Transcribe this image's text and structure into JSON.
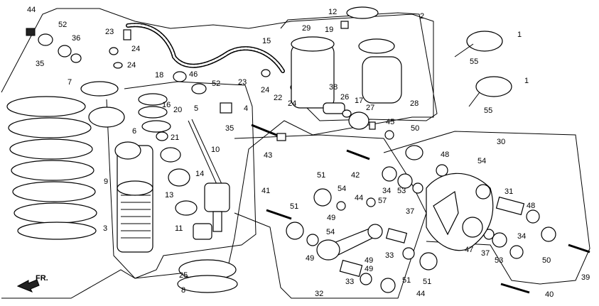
{
  "diagram": {
    "callouts": [
      "44",
      "35",
      "52",
      "36",
      "23",
      "24",
      "24",
      "7",
      "18",
      "46",
      "52",
      "23",
      "15",
      "29",
      "12",
      "2",
      "19",
      "1",
      "55",
      "1",
      "55",
      "38",
      "26",
      "17",
      "27",
      "28",
      "45",
      "16",
      "20",
      "5",
      "21",
      "6",
      "4",
      "24",
      "22",
      "24",
      "35",
      "9",
      "10",
      "14",
      "13",
      "11",
      "3",
      "25",
      "8",
      "43",
      "42",
      "50",
      "30",
      "48",
      "54",
      "51",
      "54",
      "44",
      "49",
      "54",
      "49",
      "41",
      "51",
      "33",
      "49",
      "34",
      "53",
      "37",
      "31",
      "48",
      "57",
      "47",
      "37",
      "53",
      "34",
      "50",
      "39",
      "33",
      "49",
      "51",
      "51",
      "44",
      "32",
      "40"
    ],
    "direction_label": "FR."
  }
}
